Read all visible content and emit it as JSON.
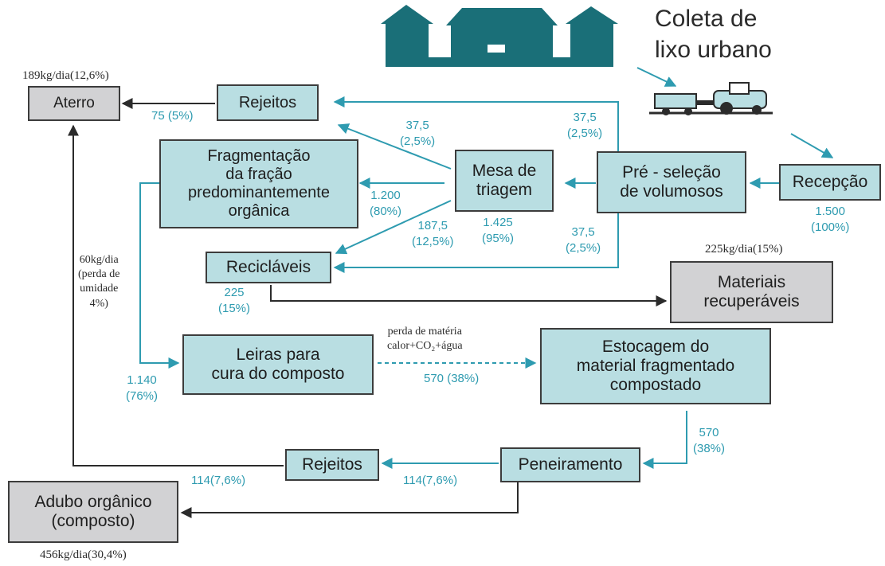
{
  "diagram": {
    "title": "Coleta de\nlixo urbano",
    "nodes": {
      "aterro": "Aterro",
      "rejeitos_top": "Rejeitos",
      "fragmentacao": "Fragmentação\nda fração\npredominantemente\norgânica",
      "mesa_triagem": "Mesa de\ntriagem",
      "pre_selecao": "Pré - seleção\nde volumosos",
      "recepcao": "Recepção",
      "reciclaveis": "Recicláveis",
      "materiais_recuperaveis": "Materiais\nrecuperáveis",
      "leiras": "Leiras para\ncura do composto",
      "estocagem": "Estocagem do\nmaterial fragmentado\ncompostado",
      "peneiramento": "Peneiramento",
      "rejeitos_bottom": "Rejeitos",
      "adubo": "Adubo orgânico\n(composto)"
    },
    "labels": {
      "aterro_total": "189kg/dia(12,6%)",
      "rejeitos_to_aterro": "75 (5%)",
      "mesa_to_rejeitos": "37,5\n(2,5%)",
      "pre_to_rejeitos": "37,5\n(2,5%)",
      "mesa_to_fragmentacao": "1.200\n(80%)",
      "mesa_to_reciclaveis": "187,5\n(12,5%)",
      "mesa_input": "1.425\n(95%)",
      "pre_to_reciclaveis": "37,5\n(2,5%)",
      "recepcao_input": "1.500\n(100%)",
      "materiais_total": "225kg/dia(15%)",
      "reciclaveis_total": "225\n(15%)",
      "moisture_loss": "60kg/dia\n(perda de\numidade\n4%)",
      "leiras_input": "1.140\n(76%)",
      "composting_loss": "perda de matéria\ncalor+CO₂+água",
      "leiras_to_estocagem": "570 (38%)",
      "estocagem_to_peneiramento": "570\n(38%)",
      "peneiramento_to_rejeitos": "114(7,6%)",
      "rejeitos_bottom_to_aterro": "114(7,6%)",
      "adubo_total": "456kg/dia(30,4%)"
    },
    "colors": {
      "teal_box": "#b9dee2",
      "gray_box": "#d2d2d4",
      "teal_arrow": "#2e9bb0",
      "dark_arrow": "#2b2b2b",
      "icon_teal": "#1a6f78"
    },
    "icons": [
      "house-icon",
      "truck-icon"
    ]
  }
}
